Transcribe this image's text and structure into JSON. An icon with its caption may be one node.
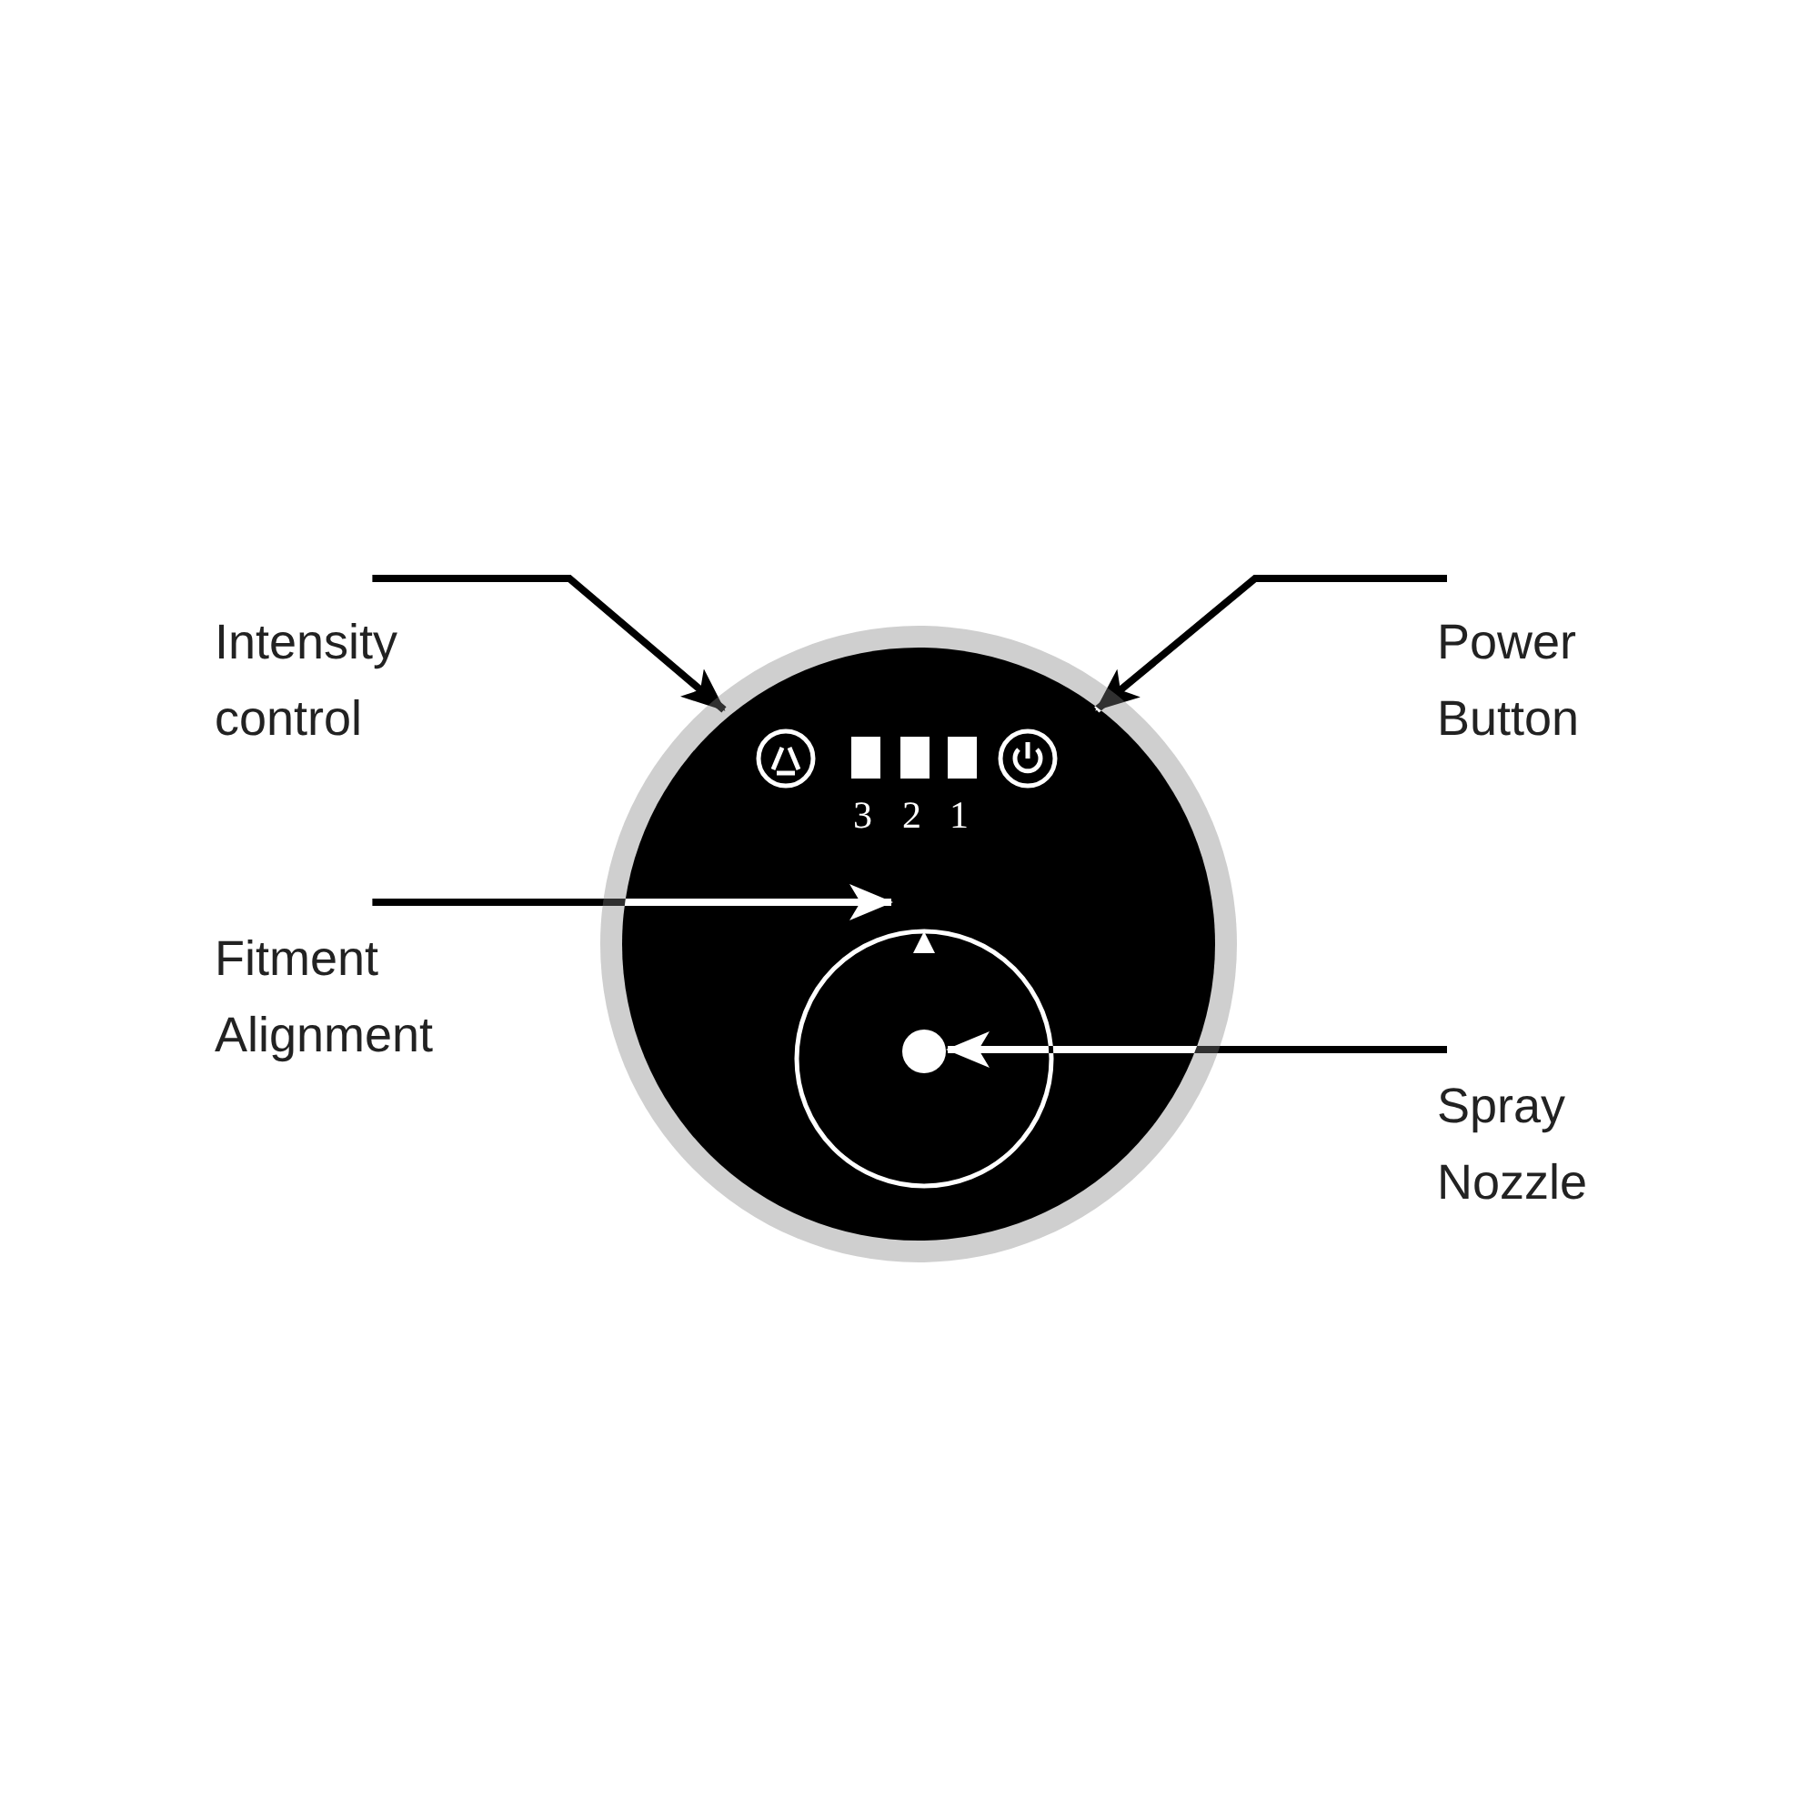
{
  "diagram": {
    "nodes": [
      {
        "text": [
          "Intensity control"
        ]
      },
      {
        "text": [
          "Power Button"
        ]
      },
      {
        "text": [
          "Fitment Alignment"
        ]
      },
      {
        "text": [
          "Spray Nozzle"
        ]
      },
      {
        "text": [],
        "shape": "circle"
      },
      {
        "text": [],
        "shape": "triangle",
        "in": 4
      },
      {
        "text": [],
        "shape": "circle",
        "in": 4
      }
    ],
    "edges": [
      {
        "from": 0,
        "to": 4,
        "arrow": "to"
      },
      {
        "from": 1,
        "to": 4,
        "arrow": "to"
      },
      {
        "from": 2,
        "to": 5,
        "arrow": "to"
      },
      {
        "from": 3,
        "to": 6,
        "arrow": "to"
      }
    ],
    "labels": [
      "3",
      "2",
      "1"
    ]
  }
}
